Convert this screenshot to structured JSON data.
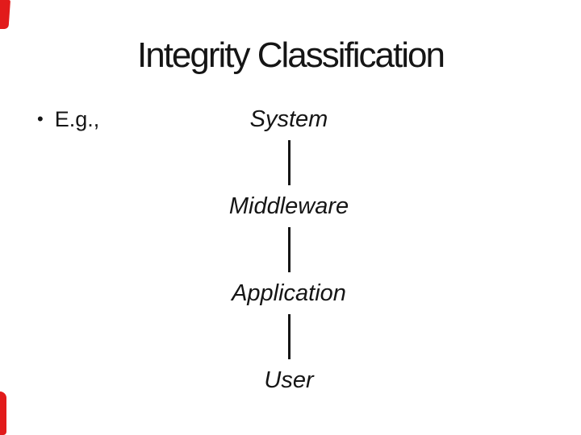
{
  "slide": {
    "title": "Integrity Classification",
    "bullet": {
      "marker": "•",
      "text": "E.g.,"
    },
    "diagram": {
      "type": "vertical-hierarchy",
      "levels": [
        "System",
        "Middleware",
        "Application",
        "User"
      ],
      "connector_count": 3
    },
    "annotations": {
      "top_left_mark": "red-pen-stroke-fragment",
      "bottom_left_mark": "red-pen-stroke-fragment"
    },
    "colors": {
      "background": "#ffffff",
      "text": "#151515",
      "connector_line": "#151515",
      "annotation_red": "#e21b1b"
    }
  }
}
